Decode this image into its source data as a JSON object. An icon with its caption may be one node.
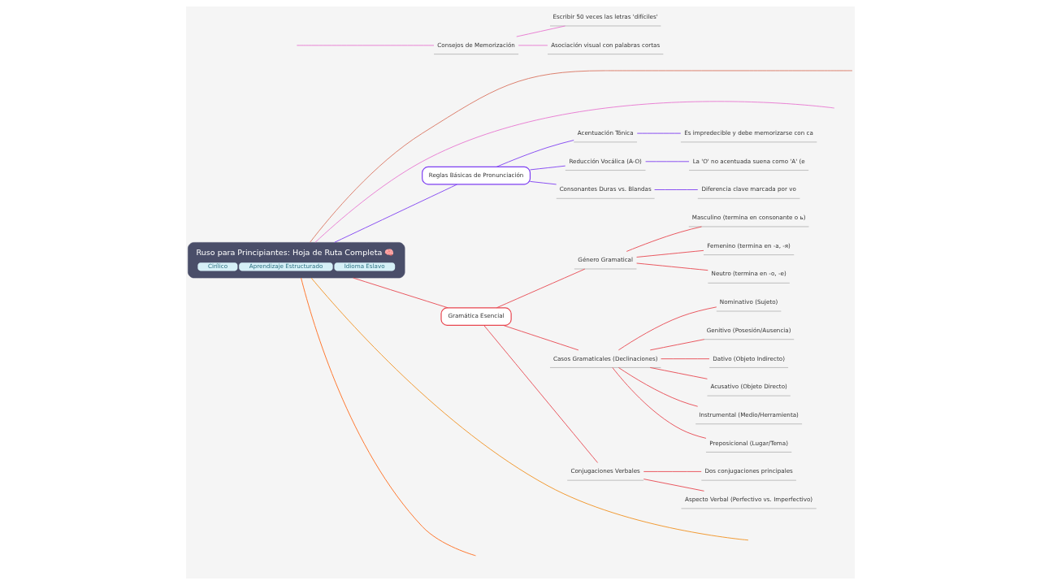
{
  "diagram": {
    "nodes": [
      {
        "text": [
          "Ruso para Principiantes: Hoja de Ruta Completa 🧠",
          "Cirílico",
          "Aprendizaje Estructurado",
          "Idioma Eslavo"
        ]
      },
      {
        "text": [
          "Consejos de Memorización"
        ]
      },
      {
        "text": [
          "Escribir 50 veces las letras 'difíciles'"
        ]
      },
      {
        "text": [
          "Asociación visual con palabras cortas"
        ]
      },
      {
        "text": [
          "Reglas Básicas de Pronunciación"
        ]
      },
      {
        "text": [
          "Acentuación Tónica"
        ]
      },
      {
        "text": [
          "Es impredecible y debe memorizarse con ca"
        ]
      },
      {
        "text": [
          "Reducción Vocálica (A-O)"
        ]
      },
      {
        "text": [
          "La 'O' no acentuada suena como 'A' (e"
        ]
      },
      {
        "text": [
          "Consonantes Duras vs. Blandas"
        ]
      },
      {
        "text": [
          "Diferencia clave marcada por vo"
        ]
      },
      {
        "text": [
          "Gramática Esencial"
        ]
      },
      {
        "text": [
          "Género Gramatical"
        ]
      },
      {
        "text": [
          "Masculino (termina en consonante o ь)"
        ]
      },
      {
        "text": [
          "Femenino (termina en -a, -я)"
        ]
      },
      {
        "text": [
          "Neutro (termina en -o, -e)"
        ]
      },
      {
        "text": [
          "Casos Gramaticales (Declinaciones)"
        ]
      },
      {
        "text": [
          "Nominativo (Sujeto)"
        ]
      },
      {
        "text": [
          "Genitivo (Posesión/Ausencia)"
        ]
      },
      {
        "text": [
          "Dativo (Objeto Indirecto)"
        ]
      },
      {
        "text": [
          "Acusativo (Objeto Directo)"
        ]
      },
      {
        "text": [
          "Instrumental (Medio/Herramienta)"
        ]
      },
      {
        "text": [
          "Preposicional (Lugar/Tema)"
        ]
      },
      {
        "text": [
          "Conjugaciones Verbales"
        ]
      },
      {
        "text": [
          "Dos conjugaciones principales"
        ]
      },
      {
        "text": [
          "Aspecto Verbal (Perfectivo vs. Imperfectivo)"
        ]
      }
    ],
    "edges": [
      {
        "from": 0,
        "to": null,
        "arrow": "none",
        "color": "#d9735f"
      },
      {
        "from": 0,
        "to": null,
        "arrow": "none",
        "color": "#e875d0"
      },
      {
        "from": null,
        "to": 1,
        "arrow": "none",
        "color": "#e875d0"
      },
      {
        "from": 1,
        "to": 2,
        "arrow": "none",
        "color": "#e875d0"
      },
      {
        "from": 1,
        "to": 3,
        "arrow": "none",
        "color": "#e875d0"
      },
      {
        "from": 0,
        "to": 4,
        "arrow": "none",
        "color": "#7e3ff2"
      },
      {
        "from": 4,
        "to": 5,
        "arrow": "none",
        "color": "#7e3ff2"
      },
      {
        "from": 5,
        "to": 6,
        "arrow": "none",
        "color": "#7e3ff2"
      },
      {
        "from": 4,
        "to": 7,
        "arrow": "none",
        "color": "#7e3ff2"
      },
      {
        "from": 7,
        "to": 8,
        "arrow": "none",
        "color": "#7e3ff2"
      },
      {
        "from": 4,
        "to": 9,
        "arrow": "none",
        "color": "#7e3ff2"
      },
      {
        "from": 9,
        "to": 10,
        "arrow": "none",
        "color": "#7e3ff2"
      },
      {
        "from": 0,
        "to": 11,
        "arrow": "none"
      },
      {
        "from": 11,
        "to": 12,
        "arrow": "none"
      },
      {
        "from": 12,
        "to": 13,
        "arrow": "none"
      },
      {
        "from": 12,
        "to": 14,
        "arrow": "none"
      },
      {
        "from": 12,
        "to": 15,
        "arrow": "none"
      },
      {
        "from": 11,
        "to": 16,
        "arrow": "none"
      },
      {
        "from": 16,
        "to": 17,
        "arrow": "none"
      },
      {
        "from": 16,
        "to": 18,
        "arrow": "none"
      },
      {
        "from": 16,
        "to": 19,
        "arrow": "none"
      },
      {
        "from": 16,
        "to": 20,
        "arrow": "none"
      },
      {
        "from": 16,
        "to": 21,
        "arrow": "none"
      },
      {
        "from": 16,
        "to": 22,
        "arrow": "none"
      },
      {
        "from": 11,
        "to": 23,
        "arrow": "none"
      },
      {
        "from": 23,
        "to": 24,
        "arrow": "none"
      },
      {
        "from": 23,
        "to": 25,
        "arrow": "none"
      },
      {
        "from": 0,
        "to": null,
        "arrow": "none",
        "color": "#f0901e"
      },
      {
        "from": 0,
        "to": null,
        "arrow": "none",
        "color": "#ff6a1a"
      }
    ]
  }
}
